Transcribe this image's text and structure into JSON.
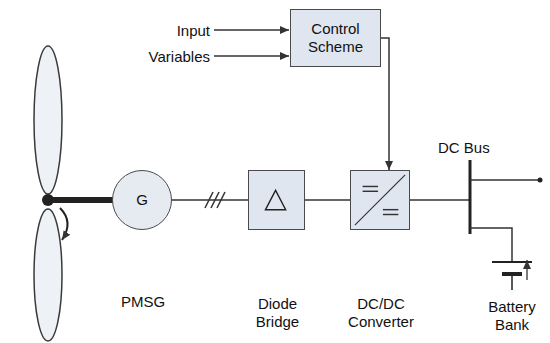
{
  "diagram": {
    "nodes": [
      {
        "text": [
          "Control Scheme"
        ]
      },
      {
        "text": [
          "G",
          "PMSG"
        ]
      },
      {
        "text": [
          "Diode Bridge"
        ]
      },
      {
        "text": [
          "DC/DC Converter"
        ]
      }
    ],
    "edges": [
      {
        "from": 0,
        "to": 3,
        "arrow": "to"
      },
      {
        "from": 1,
        "to": 2,
        "arrow": "none"
      },
      {
        "from": 2,
        "to": 3,
        "arrow": "none"
      }
    ],
    "labels": [
      "Input Variables",
      "DC Bus",
      "Battery Bank"
    ]
  }
}
